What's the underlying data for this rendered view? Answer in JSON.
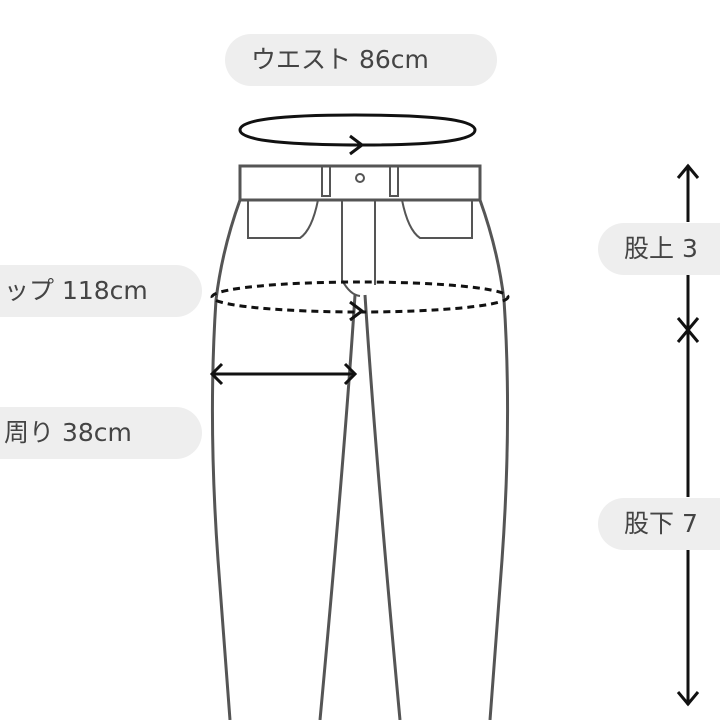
{
  "labels": {
    "waist": "ウエスト  86cm",
    "hip": "ップ  118cm",
    "thigh": "周り  38cm",
    "rise": "股上  3",
    "inseam": "股下  7"
  },
  "colors": {
    "pill": "#eeeeee",
    "text": "#444444",
    "outline": "#555555",
    "arrow": "#111111"
  }
}
